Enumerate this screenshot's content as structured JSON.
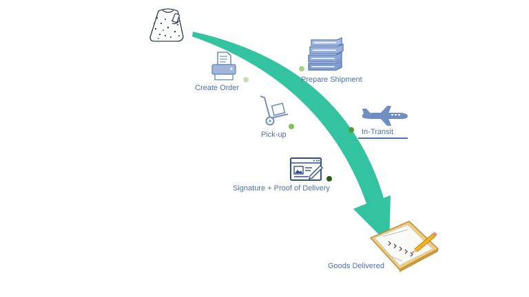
{
  "diagram": {
    "steps": [
      {
        "id": "create-order",
        "label": "Create Order",
        "dot_color": "#c5e2b6",
        "icon": "printer-icon"
      },
      {
        "id": "prepare-shipment",
        "label": "Prepare Shipment",
        "dot_color": "#a8d38b",
        "icon": "stacked-books-icon"
      },
      {
        "id": "pick-up",
        "label": "Pick-up",
        "dot_color": "#7fbf5a",
        "icon": "hand-truck-icon"
      },
      {
        "id": "in-transit",
        "label": "In-Transit",
        "dot_color": "#4f9a34",
        "icon": "airplane-icon"
      },
      {
        "id": "signature-proof",
        "label": "Signature + Proof of Delivery",
        "dot_color": "#2e5a1c",
        "icon": "signed-document-icon"
      },
      {
        "id": "goods-delivered",
        "label": "Goods Delivered",
        "icon": "clipboard-checklist-icon"
      }
    ],
    "start_icon": "person-with-phone-icon",
    "arrow_color": "#33c3a0",
    "label_color": "#4a72b0",
    "icon_color": "#6f8fc4"
  }
}
